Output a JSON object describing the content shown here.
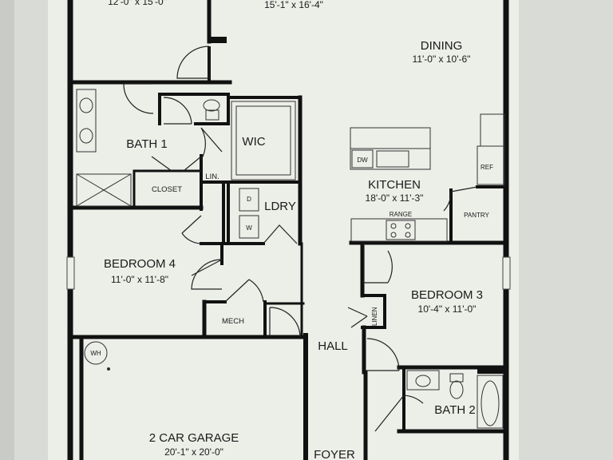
{
  "background_color": "#d9dcd6",
  "paper_color": "#eceee8",
  "wall_color": "#111111",
  "rooms": {
    "top_left_dim": "12'-0\" x 15'-0\"",
    "top_center_dim": "15'-1\" x 16'-4\"",
    "dining": {
      "name": "DINING",
      "dim": "11'-0\" x 10'-6\""
    },
    "bath1": {
      "name": "BATH 1"
    },
    "wic": {
      "name": "WIC"
    },
    "closet": {
      "name": "CLOSET"
    },
    "linen_upper": {
      "name": "LIN."
    },
    "laundry": {
      "name": "LDRY",
      "dryer": "D",
      "washer": "W"
    },
    "kitchen": {
      "name": "KITCHEN",
      "dim": "18'-0\" x 11'-3\"",
      "dw": "DW",
      "range": "RANGE",
      "ref": "REF",
      "pantry": "PANTRY"
    },
    "bedroom4": {
      "name": "BEDROOM 4",
      "dim": "11'-0\" x 11'-8\""
    },
    "bedroom3": {
      "name": "BEDROOM 3",
      "dim": "10'-4\" x 11'-0\""
    },
    "linen": {
      "name": "LINEN"
    },
    "mech": {
      "name": "MECH"
    },
    "wh": {
      "name": "WH"
    },
    "hall": {
      "name": "HALL"
    },
    "bath2": {
      "name": "BATH 2"
    },
    "garage": {
      "name": "2 CAR GARAGE",
      "dim": "20'-1\" x 20'-0\""
    },
    "foyer": {
      "name": "FOYER"
    }
  }
}
